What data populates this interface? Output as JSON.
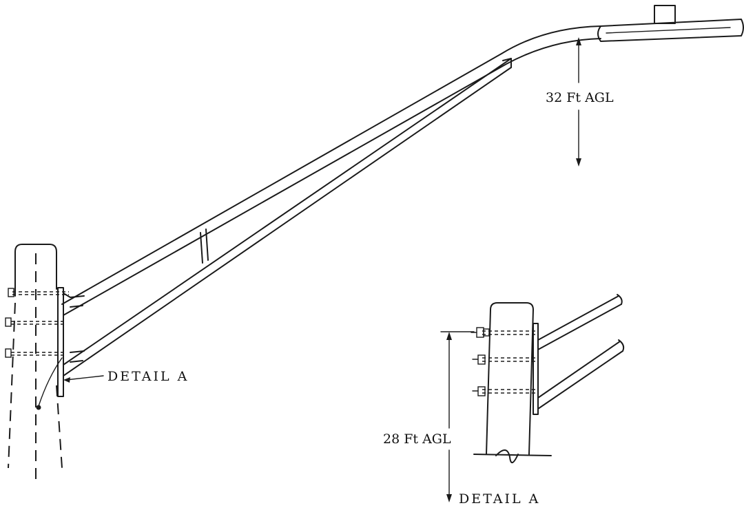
{
  "labels": {
    "upper_height": "32 Ft AGL",
    "lower_height": "28 Ft AGL",
    "detail_callout": "DETAIL A",
    "detail_title": "DETAIL A"
  }
}
